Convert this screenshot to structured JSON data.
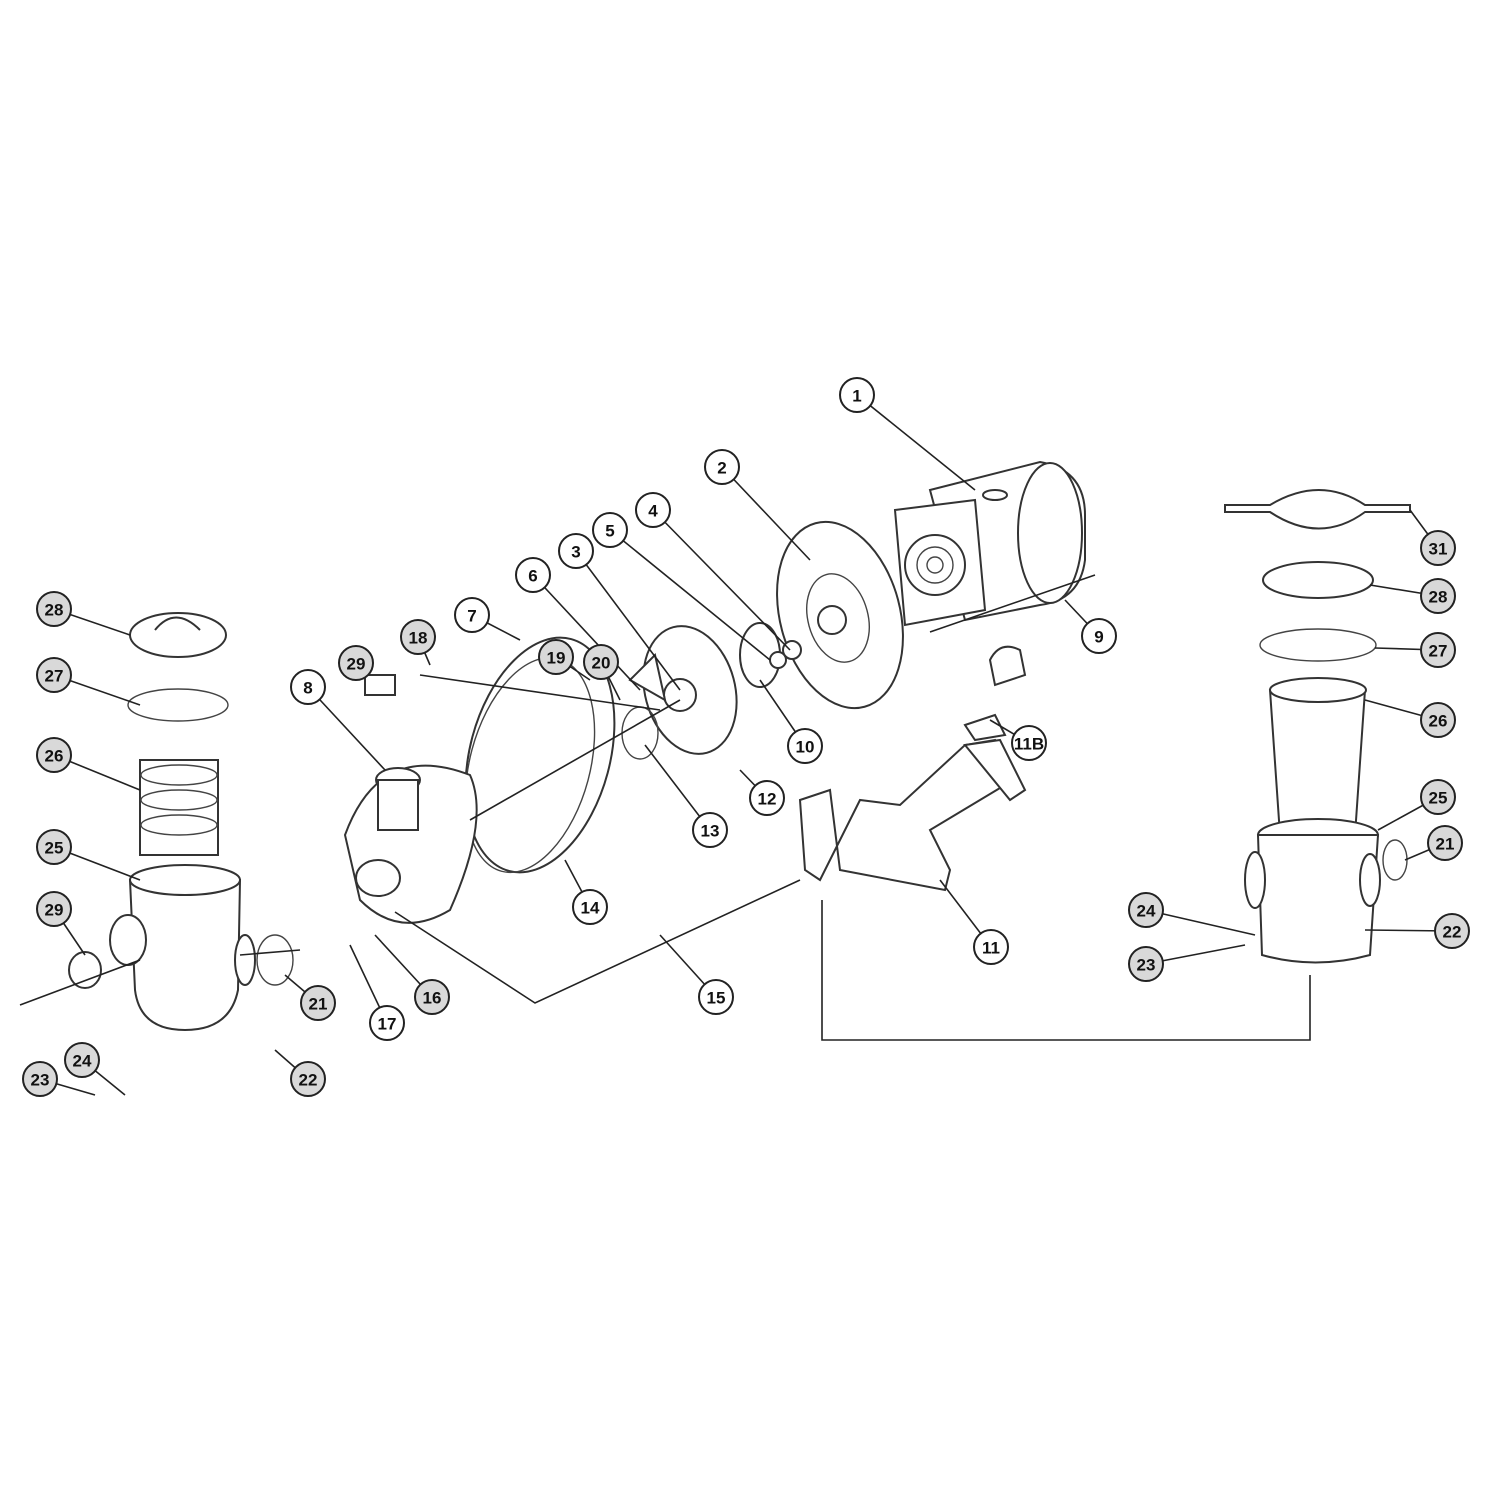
{
  "diagram": {
    "type": "exploded-parts-diagram",
    "callouts": [
      "1",
      "2",
      "3",
      "4",
      "5",
      "6",
      "7",
      "8",
      "9",
      "10",
      "11",
      "11B",
      "12",
      "13",
      "14",
      "15",
      "16",
      "17",
      "18",
      "19",
      "20",
      "21",
      "22",
      "29",
      "28",
      "27",
      "26",
      "25",
      "29",
      "24",
      "23",
      "21",
      "22",
      "31",
      "28",
      "27",
      "26",
      "25",
      "24",
      "23"
    ],
    "colors": {
      "line": "#222222",
      "callout_fill": "#ffffff",
      "callout_fill_alt": "#d9d9d9"
    }
  }
}
